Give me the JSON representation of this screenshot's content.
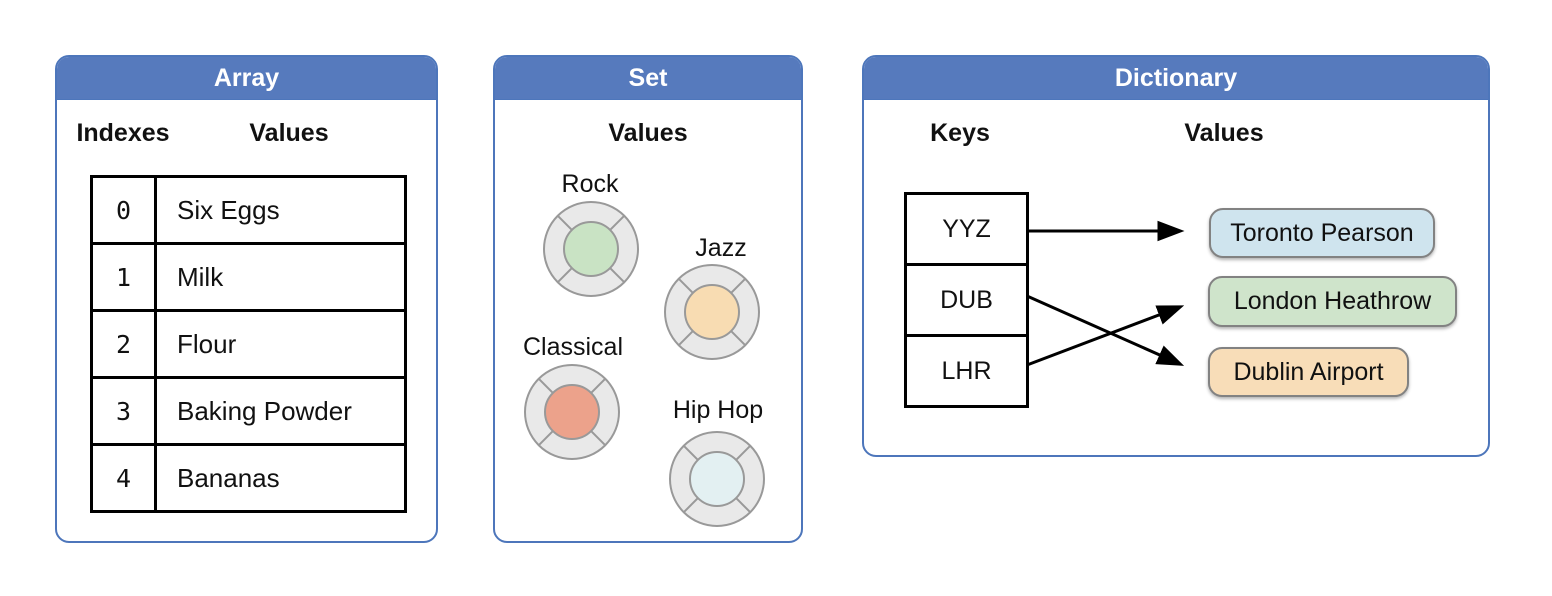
{
  "colors": {
    "header_blue": "#567abd",
    "panel_border_blue": "#4d76bb",
    "ring_fill": "#e9e9e9",
    "ring_stroke": "#999999",
    "rock_green": "#c9e3c4",
    "jazz_peach": "#f8dcb2",
    "classical_salmon": "#eca28b",
    "hiphop_blue": "#e3f0f2",
    "toronto_blue": "#cfe4ee",
    "london_green": "#cfe4cb",
    "dublin_peach": "#f8ddb8"
  },
  "panels": {
    "array": {
      "title": "Array",
      "col_headers": {
        "indexes": "Indexes",
        "values": "Values"
      },
      "rows": [
        {
          "index": "0",
          "value": "Six Eggs"
        },
        {
          "index": "1",
          "value": "Milk"
        },
        {
          "index": "2",
          "value": "Flour"
        },
        {
          "index": "3",
          "value": "Baking Powder"
        },
        {
          "index": "4",
          "value": "Bananas"
        }
      ]
    },
    "set": {
      "title": "Set",
      "col_header": "Values",
      "items": [
        {
          "label": "Rock",
          "color": "#c9e3c4"
        },
        {
          "label": "Jazz",
          "color": "#f8dcb2"
        },
        {
          "label": "Classical",
          "color": "#eca28b"
        },
        {
          "label": "Hip Hop",
          "color": "#e3f0f2"
        }
      ]
    },
    "dictionary": {
      "title": "Dictionary",
      "col_headers": {
        "keys": "Keys",
        "values": "Values"
      },
      "keys": [
        "YYZ",
        "DUB",
        "LHR"
      ],
      "values": [
        {
          "label": "Toronto Pearson",
          "color": "#cfe4ee"
        },
        {
          "label": "London Heathrow",
          "color": "#cfe4cb"
        },
        {
          "label": "Dublin Airport",
          "color": "#f8ddb8"
        }
      ],
      "mappings": [
        {
          "key": "YYZ",
          "value": "Toronto Pearson"
        },
        {
          "key": "DUB",
          "value": "Dublin Airport"
        },
        {
          "key": "LHR",
          "value": "London Heathrow"
        }
      ]
    }
  }
}
